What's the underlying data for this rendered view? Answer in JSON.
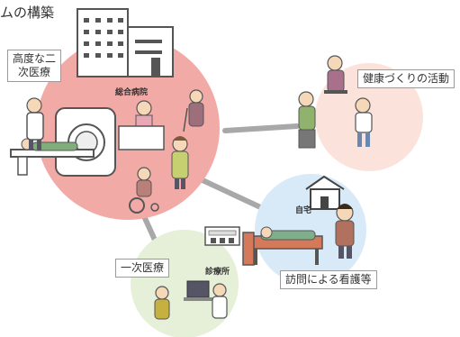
{
  "heading": "ムの構築",
  "hospital": {
    "label": "総合病院",
    "tertiary_care": "高度な二次医療"
  },
  "community": {
    "health_activity": "健康づくりの活動"
  },
  "home": {
    "label": "自宅",
    "visiting_nursing": "訪問による看護等"
  },
  "clinic": {
    "label": "診療所",
    "primary_care": "一次医療"
  },
  "colors": {
    "hospital_circle": "#f2aaa6",
    "community_circle": "#fbe3dc",
    "home_circle": "#d8e9f7",
    "clinic_circle": "#e6f0d8",
    "connector": "#a8a8a8"
  }
}
